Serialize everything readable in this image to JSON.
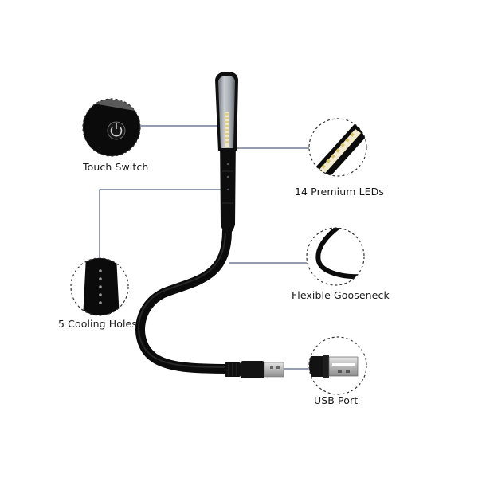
{
  "callouts": {
    "touch_switch": "Touch Switch",
    "leds": "14 Premium LEDs",
    "cooling_holes": "5 Cooling Holes",
    "gooseneck": "Flexible Gooseneck",
    "usb_port": "USB Port"
  },
  "colors": {
    "background": "#ffffff",
    "body": "#0d0d0d",
    "led_panel": "#9ea4ab",
    "led_chip": "#e6d99a",
    "leader_line": "#2a3a5c",
    "callout_border": "#333333"
  },
  "icons": {
    "switch": "power-icon",
    "usb": "usb-plug-icon"
  }
}
